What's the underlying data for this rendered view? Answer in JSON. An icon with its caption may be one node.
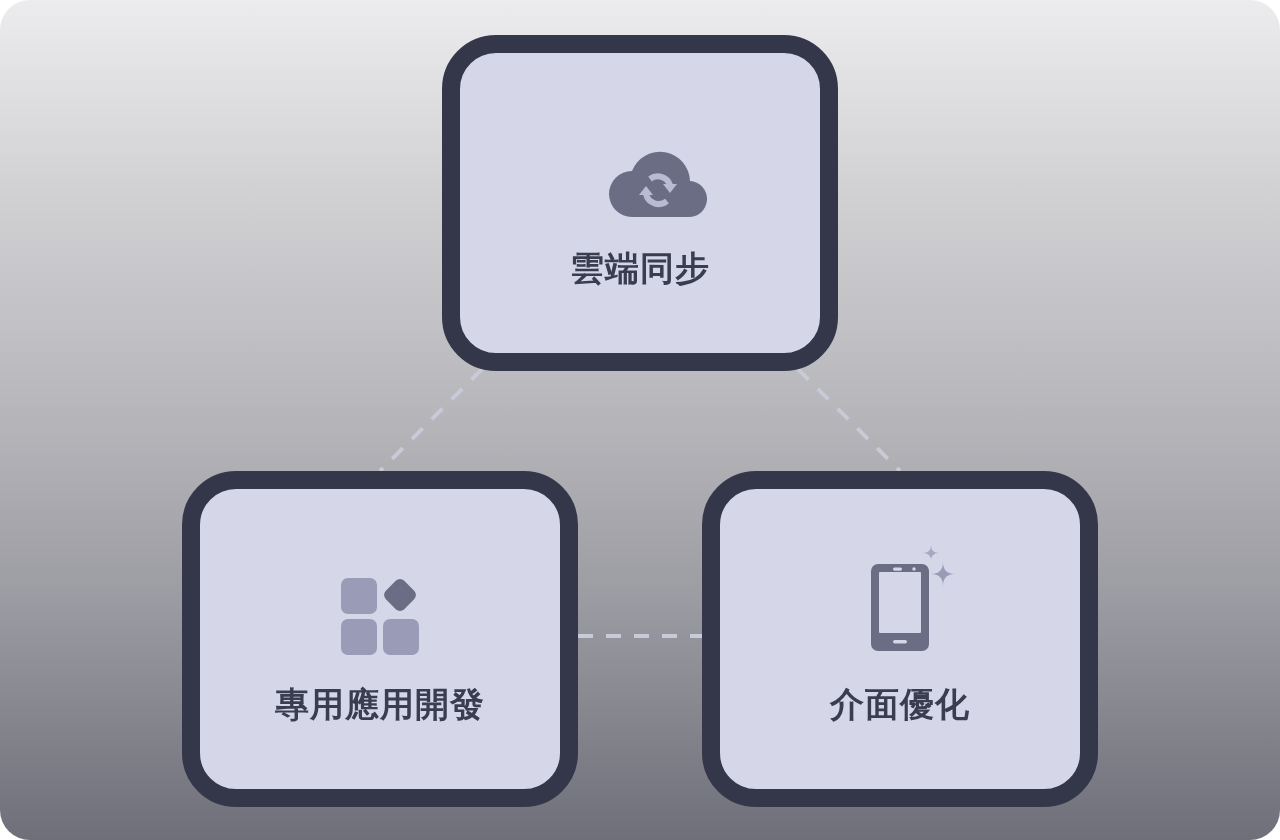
{
  "diagram": {
    "nodes": [
      {
        "text": [
          "雲端同步"
        ]
      },
      {
        "text": [
          "專用應用開發"
        ]
      },
      {
        "text": [
          "介面優化"
        ]
      }
    ],
    "edges": [
      {
        "from": 0,
        "to": 1,
        "arrow": "none",
        "style": "dashed"
      },
      {
        "from": 0,
        "to": 2,
        "arrow": "none",
        "style": "dashed"
      },
      {
        "from": 1,
        "to": 2,
        "arrow": "none",
        "style": "dashed"
      }
    ]
  }
}
